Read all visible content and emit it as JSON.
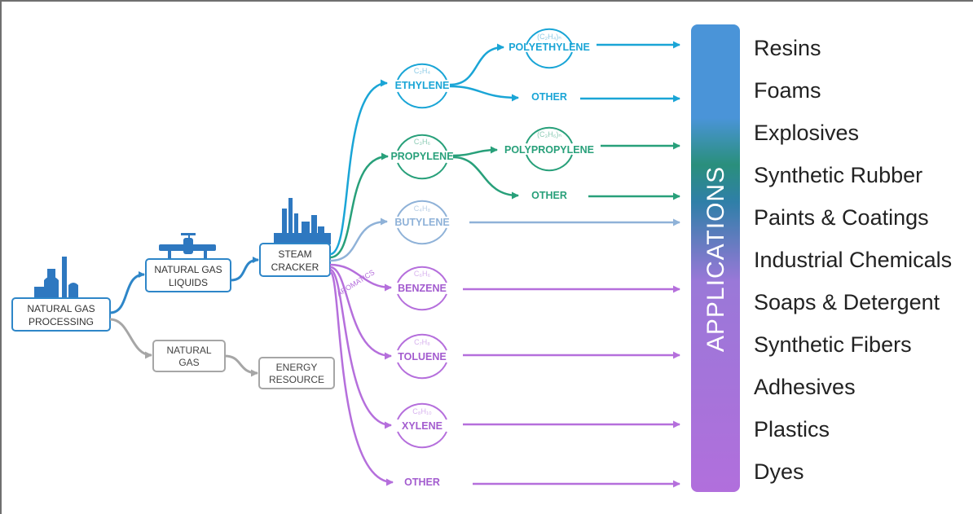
{
  "colors": {
    "blue": "#2e86c8",
    "cyan": "#1aa5d6",
    "teal": "#28a07a",
    "lightblue": "#8fb2d8",
    "purple": "#b56fdc",
    "gray": "#a6a6a6"
  },
  "process_boxes": {
    "natural_gas_processing": [
      "NATURAL GAS",
      "PROCESSING"
    ],
    "natural_gas_liquids": [
      "NATURAL GAS",
      "LIQUIDS"
    ],
    "steam_cracker": [
      "STEAM",
      "CRACKER"
    ],
    "natural_gas": [
      "NATURAL",
      "GAS"
    ],
    "energy_resource": [
      "ENERGY",
      "RESOURCE"
    ]
  },
  "aromatics_label": "AROMATICS",
  "products": {
    "ethylene": {
      "label": "ETHYLENE",
      "formula": "C₂H₄"
    },
    "polyethylene": {
      "label": "POLYETHYLENE",
      "formula": "(C₂H₄)ₙ"
    },
    "ethylene_other": {
      "label": "OTHER"
    },
    "propylene": {
      "label": "PROPYLENE",
      "formula": "C₃H₆"
    },
    "polypropylene": {
      "label": "POLYPROPYLENE",
      "formula": "(C₃H₆)ₙ"
    },
    "propylene_other": {
      "label": "OTHER"
    },
    "butylene": {
      "label": "BUTYLENE",
      "formula": "C₄H₈"
    },
    "benzene": {
      "label": "BENZENE",
      "formula": "C₆H₆"
    },
    "toluene": {
      "label": "TOLUENE",
      "formula": "C₇H₈"
    },
    "xylene": {
      "label": "XYLENE",
      "formula": "C₈H₁₀"
    },
    "aromatics_other": {
      "label": "OTHER"
    }
  },
  "applications_title": "APPLICATIONS",
  "applications": [
    "Resins",
    "Foams",
    "Explosives",
    "Synthetic Rubber",
    "Paints & Coatings",
    "Industrial Chemicals",
    "Soaps & Detergent",
    "Synthetic Fibers",
    "Adhesives",
    "Plastics",
    "Dyes"
  ]
}
